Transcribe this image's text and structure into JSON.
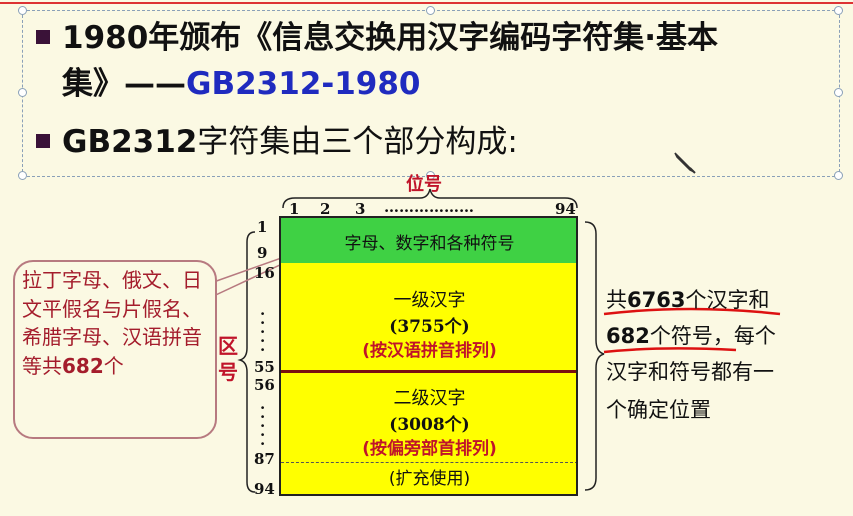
{
  "bullets": {
    "line1": "1980年颁布《信息交换用汉字编码字符集·基本",
    "line2": "集》——",
    "line2_code": "GB2312-1980",
    "line3_bold": "GB2312",
    "line3_rest": "字符集由三个部分构成:"
  },
  "diagram": {
    "top_label": "位号",
    "col_start": "1",
    "col_2": "2",
    "col_3": "3",
    "col_dots": "………………",
    "col_end": "94",
    "side_label": "区号",
    "rows": {
      "r1": "1",
      "r9": "9",
      "r16": "16",
      "r55": "55",
      "r56": "56",
      "r87": "87",
      "r94": "94"
    },
    "green_text": "字母、数字和各种符号",
    "level1_title": "一级汉字",
    "level1_count": "(3755个)",
    "level1_order": "(按汉语拼音排列)",
    "level2_title": "二级汉字",
    "level2_count": "(3008个)",
    "level2_order": "(按偏旁部首排列)",
    "reserved": "(扩充使用)"
  },
  "left_note": {
    "text": "拉丁字母、俄文、日文平假名与片假名、希腊字母、汉语拼音等共",
    "count": "682",
    "tail": "个"
  },
  "right_note": {
    "p1a": "共",
    "n1": "6763",
    "p1b": "个汉字和",
    "n2": "682",
    "p2b": "个符号，每个",
    "line3": "汉字和符号都有一",
    "line4": "个确定位置"
  },
  "icons": {
    "bullet": "square-bullet-icon",
    "cursor": "pencil-icon"
  },
  "colors": {
    "background": "#fbf9e3",
    "bullet": "#3a1238",
    "code_blue": "#1f2bbf",
    "green_block": "#3fd144",
    "yellow_block": "#ffff00",
    "red_text": "#c0142a",
    "divider": "#7a1010"
  }
}
